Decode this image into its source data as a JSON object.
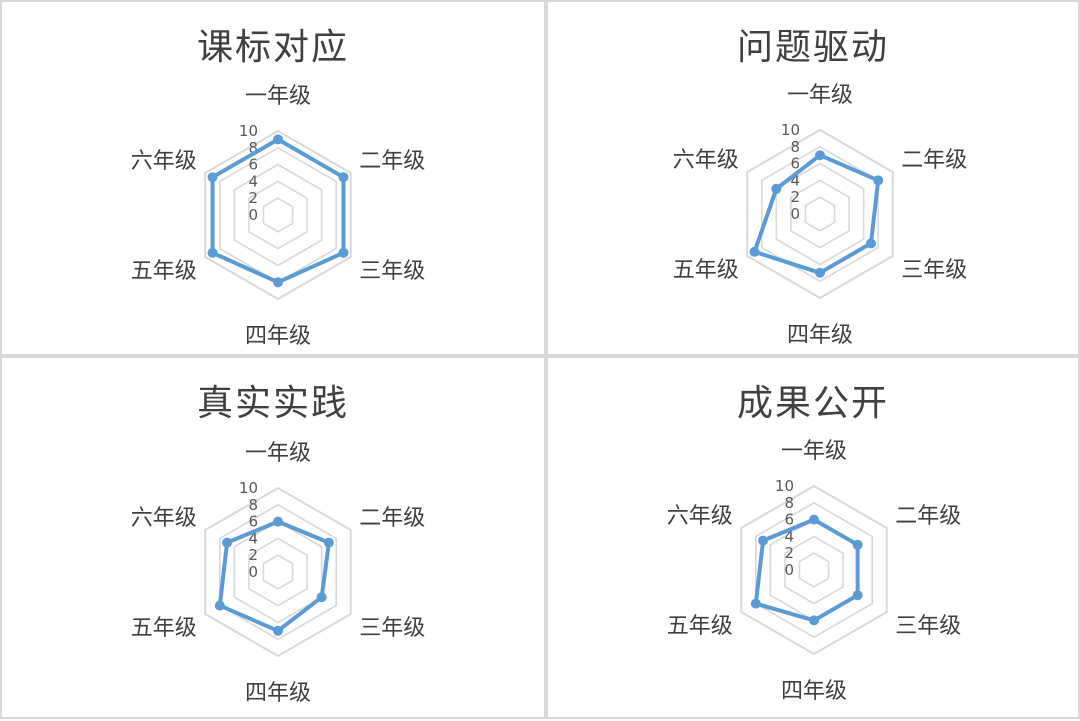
{
  "chart_data": [
    {
      "type": "radar",
      "title": "课标对应",
      "categories": [
        "一年级",
        "二年级",
        "三年级",
        "四年级",
        "五年级",
        "六年级"
      ],
      "values": [
        9,
        9,
        9,
        8,
        9,
        9
      ],
      "rlim": [
        0,
        10
      ],
      "ticks": [
        "0",
        "2",
        "4",
        "6",
        "8",
        "10"
      ],
      "grid": true,
      "series_color": "#5b9bd5",
      "grid_color": "#d9d9d9"
    },
    {
      "type": "radar",
      "title": "问题驱动",
      "categories": [
        "一年级",
        "二年级",
        "三年级",
        "四年级",
        "五年级",
        "六年级"
      ],
      "values": [
        7,
        8,
        7,
        7,
        9,
        6
      ],
      "rlim": [
        0,
        10
      ],
      "ticks": [
        "0",
        "2",
        "4",
        "6",
        "8",
        "10"
      ],
      "grid": true,
      "series_color": "#5b9bd5",
      "grid_color": "#d9d9d9"
    },
    {
      "type": "radar",
      "title": "真实实践",
      "categories": [
        "一年级",
        "二年级",
        "三年级",
        "四年级",
        "五年级",
        "六年级"
      ],
      "values": [
        6,
        7,
        6,
        7,
        8,
        7
      ],
      "rlim": [
        0,
        10
      ],
      "ticks": [
        "0",
        "2",
        "4",
        "6",
        "8",
        "10"
      ],
      "grid": true,
      "series_color": "#5b9bd5",
      "grid_color": "#d9d9d9"
    },
    {
      "type": "radar",
      "title": "成果公开",
      "categories": [
        "一年级",
        "二年级",
        "三年级",
        "四年级",
        "五年级",
        "六年级"
      ],
      "values": [
        6,
        6,
        6,
        6,
        8,
        7
      ],
      "rlim": [
        0,
        10
      ],
      "ticks": [
        "0",
        "2",
        "4",
        "6",
        "8",
        "10"
      ],
      "grid": true,
      "series_color": "#5b9bd5",
      "grid_color": "#d9d9d9"
    }
  ]
}
